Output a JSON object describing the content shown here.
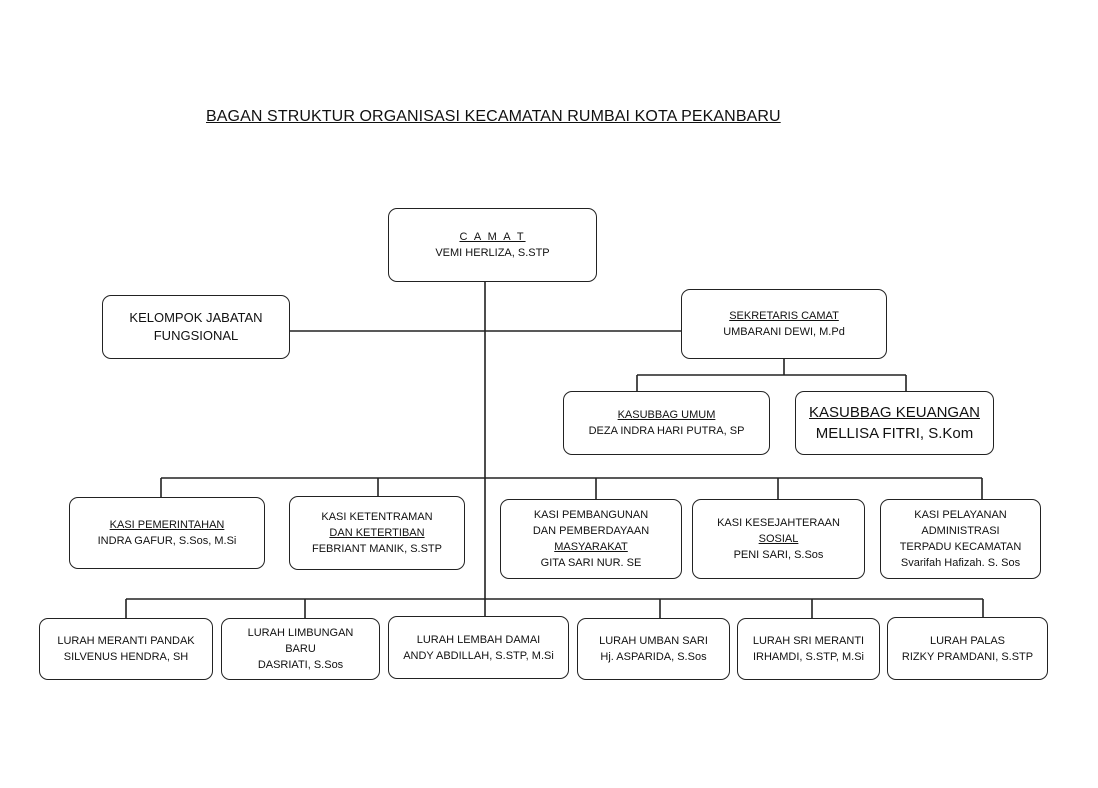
{
  "title": "BAGAN STRUKTUR ORGANISASI KECAMATAN RUMBAI KOTA PEKANBARU",
  "camat": {
    "role": "C A M A T",
    "name": "VEMI HERLIZA, S.STP"
  },
  "fungsional": {
    "line1": "KELOMPOK JABATAN",
    "line2": "FUNGSIONAL"
  },
  "sekretaris": {
    "role": "SEKRETARIS CAMAT",
    "name": "UMBARANI DEWI, M.Pd"
  },
  "kasubbag_umum": {
    "role": "KASUBBAG UMUM",
    "name": "DEZA INDRA HARI PUTRA, SP"
  },
  "kasubbag_keuangan": {
    "role": "KASUBBAG KEUANGAN",
    "name": "MELLISA FITRI, S.Kom"
  },
  "kasi": [
    {
      "line1": "KASI PEMERINTAHAN",
      "name": "INDRA GAFUR, S.Sos, M.Si"
    },
    {
      "line1": "KASI KETENTRAMAN",
      "line2": "DAN KETERTIBAN",
      "name": "FEBRIANT MANIK, S.STP"
    },
    {
      "line1": "KASI PEMBANGUNAN",
      "line2": "DAN PEMBERDAYAAN",
      "line3": "MASYARAKAT",
      "name": "GITA SARI NUR. SE"
    },
    {
      "line1": "KASI KESEJAHTERAAN",
      "line2": "SOSIAL",
      "name": "PENI SARI, S.Sos"
    },
    {
      "line1": "KASI PELAYANAN",
      "line2": "ADMINISTRASI",
      "line3": "TERPADU KECAMATAN",
      "name": "Svarifah Hafizah. S. Sos"
    }
  ],
  "lurah": [
    {
      "line1": "LURAH MERANTI PANDAK",
      "name": "SILVENUS HENDRA, SH"
    },
    {
      "line1": "LURAH LIMBUNGAN",
      "line2": "BARU",
      "name": "DASRIATI, S.Sos"
    },
    {
      "line1": "LURAH LEMBAH DAMAI",
      "name": "ANDY ABDILLAH, S.STP, M.Si"
    },
    {
      "line1": "LURAH UMBAN SARI",
      "name": "Hj. ASPARIDA, S.Sos"
    },
    {
      "line1": "LURAH SRI MERANTI",
      "name": "IRHAMDI, S.STP, M.Si"
    },
    {
      "line1": "LURAH PALAS",
      "name": "RIZKY PRAMDANI, S.STP"
    }
  ]
}
